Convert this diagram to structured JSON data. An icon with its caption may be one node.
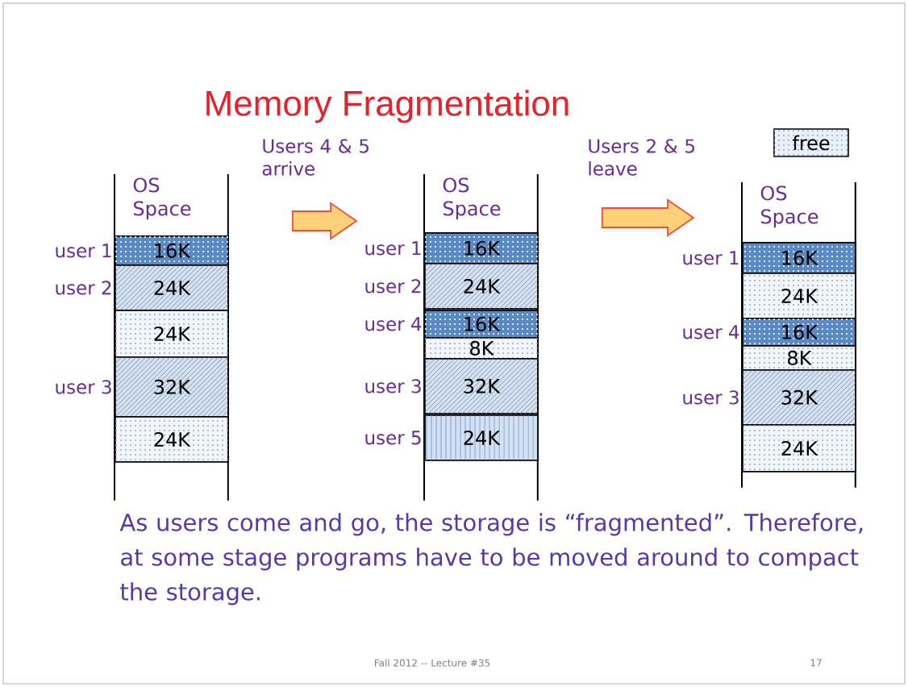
{
  "diagram": {
    "title": "Memory Fragmentation",
    "nodes": [
      {
        "text": [
          "OS Space"
        ]
      },
      {
        "text": [
          "16K"
        ],
        "beside": [
          "user 1"
        ],
        "in": 0
      },
      {
        "text": [
          "24K"
        ],
        "beside": [
          "user 2"
        ],
        "in": 0
      },
      {
        "text": [
          "24K"
        ],
        "in": 0
      },
      {
        "text": [
          "32K"
        ],
        "beside": [
          "user 3"
        ],
        "in": 0
      },
      {
        "text": [
          "24K"
        ],
        "in": 0
      },
      {
        "text": [
          "OS Space"
        ]
      },
      {
        "text": [
          "16K"
        ],
        "beside": [
          "user 1"
        ],
        "in": 6
      },
      {
        "text": [
          "24K"
        ],
        "beside": [
          "user 2"
        ],
        "in": 6
      },
      {
        "text": [
          "16K"
        ],
        "beside": [
          "user 4"
        ],
        "in": 6
      },
      {
        "text": [
          "8K"
        ],
        "in": 6
      },
      {
        "text": [
          "32K"
        ],
        "beside": [
          "user 3"
        ],
        "in": 6
      },
      {
        "text": [
          "24K"
        ],
        "beside": [
          "user 5"
        ],
        "in": 6
      },
      {
        "text": [
          "OS Space"
        ]
      },
      {
        "text": [
          "16K"
        ],
        "beside": [
          "user 1"
        ],
        "in": 13
      },
      {
        "text": [
          "24K"
        ],
        "in": 13
      },
      {
        "text": [
          "16K"
        ],
        "beside": [
          "user 4"
        ],
        "in": 13
      },
      {
        "text": [
          "8K"
        ],
        "in": 13
      },
      {
        "text": [
          "32K"
        ],
        "beside": [
          "user 3"
        ],
        "in": 13
      },
      {
        "text": [
          "24K"
        ],
        "in": 13
      }
    ],
    "edges": [
      {
        "from": 0,
        "to": 6,
        "arrow": "to",
        "label": "Users 4 & 5 arrive"
      },
      {
        "from": 6,
        "to": 13,
        "arrow": "to",
        "label": "Users 2 & 5 leave"
      }
    ],
    "labels": [
      "As users come and go, the storage is “fragmented”. Therefore, at some stage programs have to be moved around to compact the storage.",
      "Fall 2012 -- Lecture #35",
      "17"
    ],
    "legend": [
      {
        "text": "free",
        "color": "#e9f0f9"
      }
    ]
  }
}
